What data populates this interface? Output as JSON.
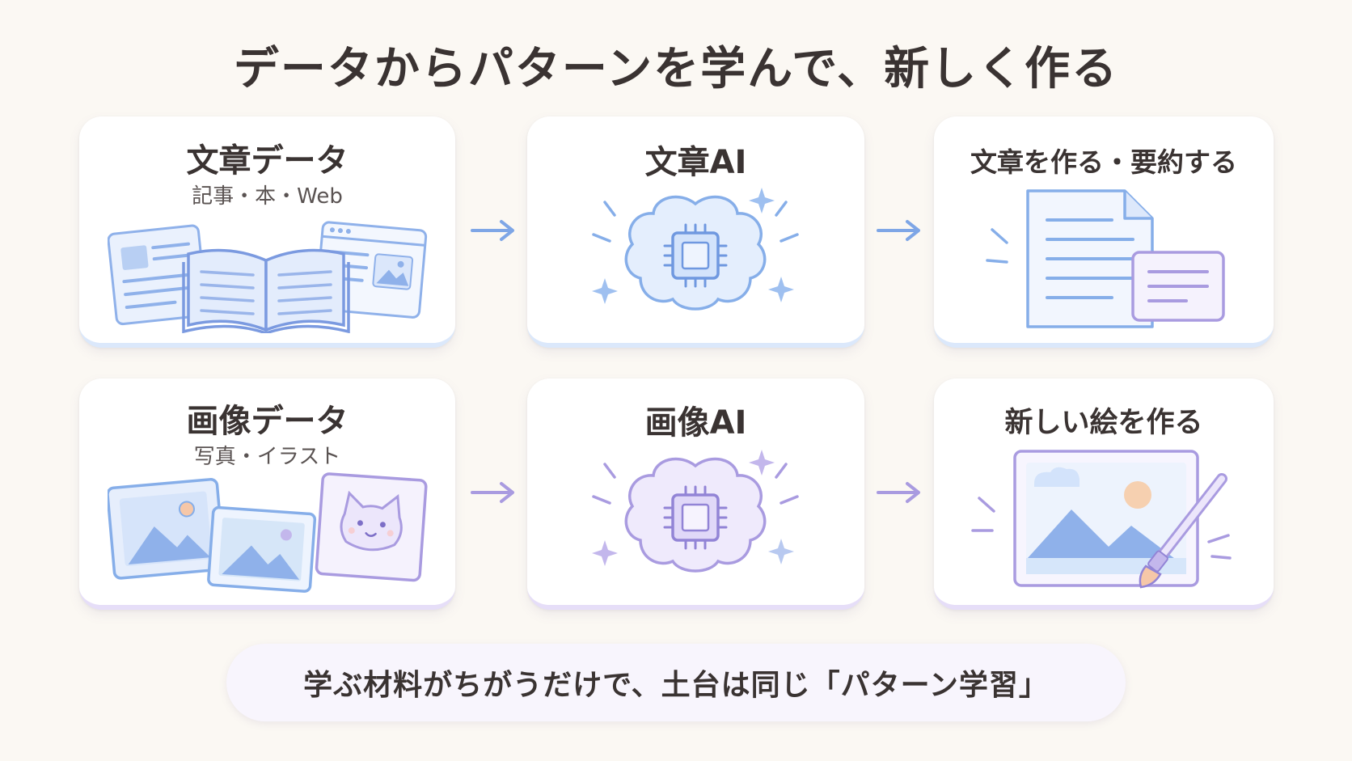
{
  "title": "データからパターンを学んで、新しく作る",
  "rows": {
    "text": {
      "data_title": "文章データ",
      "data_sub": "記事・本・Web",
      "ai_title": "文章AI",
      "output_title": "文章を作る・要約する"
    },
    "image": {
      "data_title": "画像データ",
      "data_sub": "写真・イラスト",
      "ai_title": "画像AI",
      "output_title": "新しい絵を作る"
    }
  },
  "footer": "学ぶ材料がちがうだけで、土台は同じ「パターン学習」",
  "colors": {
    "blue_accent": "#7ea6e6",
    "purple_accent": "#a99be0",
    "background": "#fbf8f3"
  },
  "icons": [
    "newspaper-icon",
    "open-book-icon",
    "web-window-icon",
    "brain-chip-icon",
    "document-icon",
    "summary-card-icon",
    "photo-icon",
    "cat-illustration-icon",
    "canvas-icon",
    "paintbrush-icon"
  ]
}
